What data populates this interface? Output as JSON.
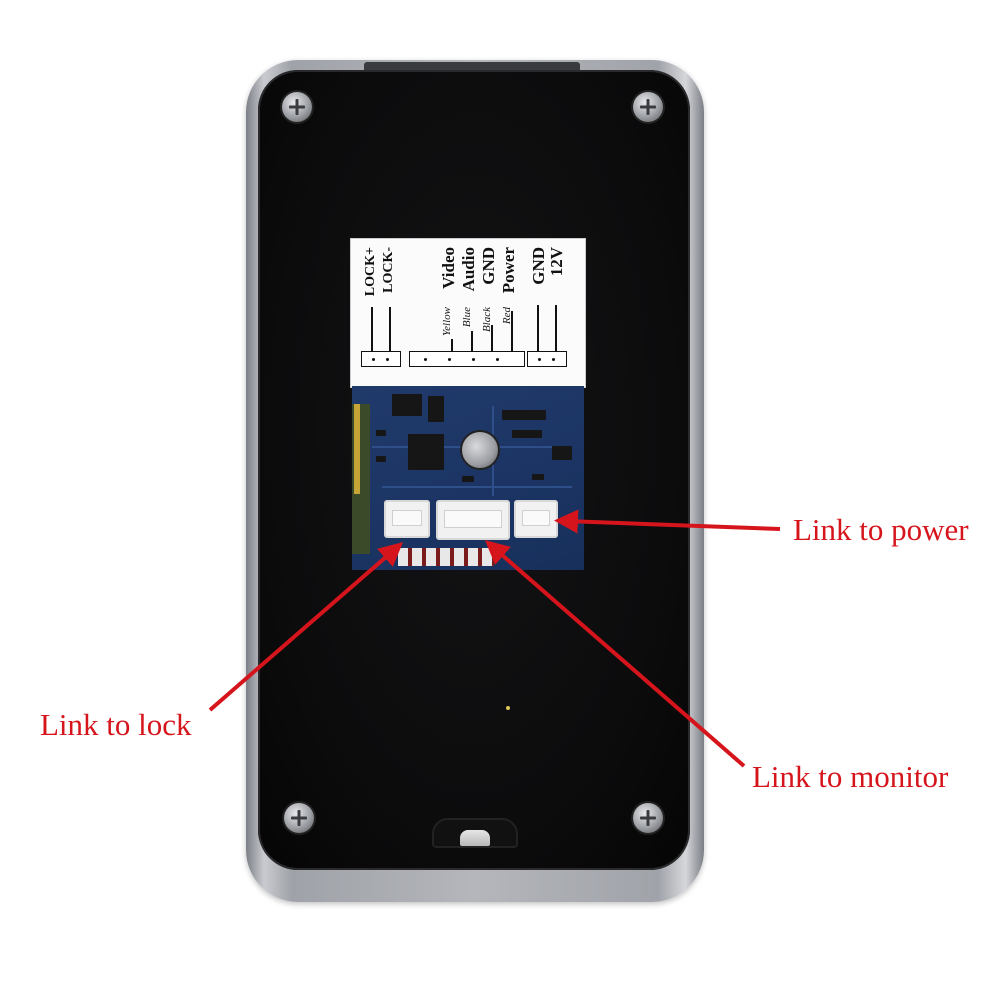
{
  "label": {
    "power_side": [
      "12V",
      "GND"
    ],
    "monitor_side": [
      "Power",
      "GND",
      "Audio",
      "Video"
    ],
    "monitor_colors": [
      "Red",
      "Black",
      "Blue",
      "Yellow"
    ],
    "lock_side": [
      "LOCK-",
      "LOCK+"
    ]
  },
  "annotations": {
    "power": "Link to power",
    "lock": "Link to lock",
    "monitor": "Link to monitor"
  },
  "colors": {
    "annotation": "#d6141c",
    "panel": "#0b0b0c",
    "frame": "#b4b6bb",
    "pcb": "#1b3463"
  }
}
